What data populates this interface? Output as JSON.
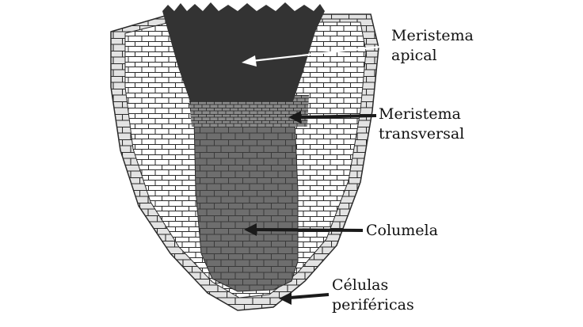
{
  "labels": {
    "apical": {
      "line1": "Meristema",
      "line2": "apical"
    },
    "transversal": {
      "line1": "Meristema",
      "line2": "transversal"
    },
    "columela": {
      "line1": "Columela"
    },
    "perifericas": {
      "line1": "Células",
      "line2": "periféricas"
    }
  },
  "colors": {
    "background": "#ffffff",
    "apical_meristem": "#333333",
    "columella": "#6e6e6e",
    "cortex_cells": "#ffffff",
    "peripheral_cells": "#e3e3e3",
    "cell_walls": "#2a2a2a",
    "arrow_white": "#ffffff",
    "arrow_dark": "#1a1a1a"
  }
}
